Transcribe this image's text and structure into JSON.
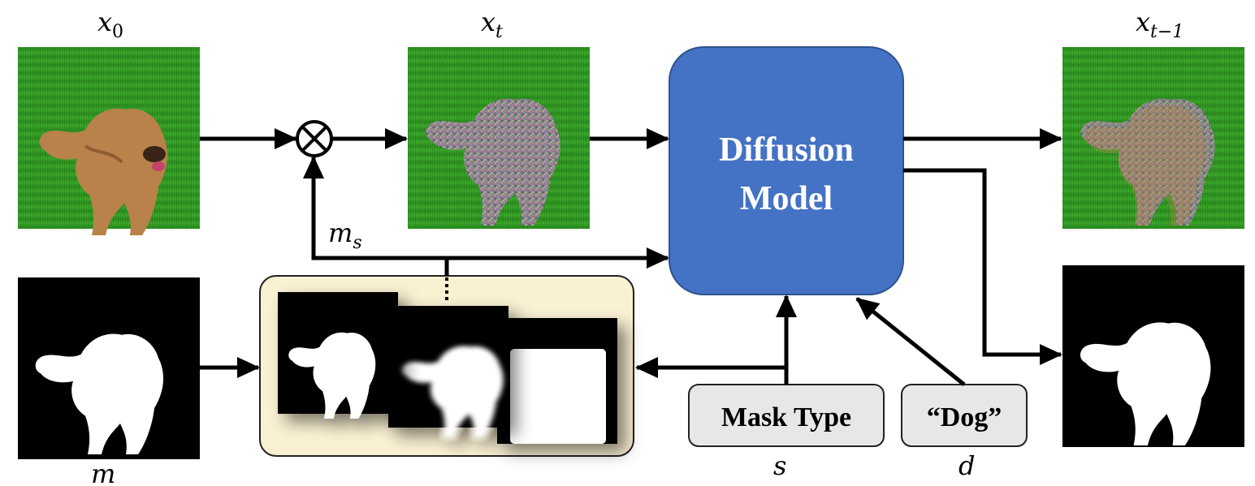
{
  "labels": {
    "x0": "x",
    "x0_sub": "0",
    "xt": "x",
    "xt_sub": "t",
    "xt1": "x",
    "xt1_sub": "t−1",
    "ms": "m",
    "ms_sub": "s",
    "m": "m",
    "s": "s",
    "d": "d"
  },
  "diffusion_model": {
    "line1": "Diffusion",
    "line2": "Model"
  },
  "mask_type_box": {
    "label": "Mask Type"
  },
  "dog_box": {
    "label": "“Dog”"
  },
  "colors": {
    "model_fill": "#4472c4",
    "model_stroke": "#2f528f",
    "panel_fill": "#faf0d2",
    "prompt_fill": "#e7e7e7",
    "grass_light": "#3fae2d",
    "grass_dark": "#1f7a16",
    "dog": "#b9824a",
    "arrow": "#000000"
  },
  "icons": [
    "multiply-icon"
  ]
}
